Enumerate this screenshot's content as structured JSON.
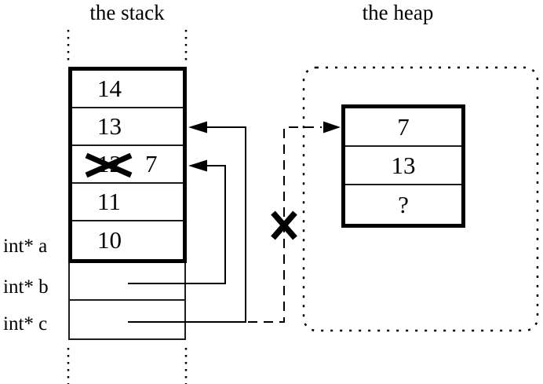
{
  "colors": {
    "ink": "#000000",
    "background": "#ffffff"
  },
  "stack": {
    "title": "the stack",
    "rows": [
      {
        "value": "14"
      },
      {
        "value": "13"
      },
      {
        "old_value": "12",
        "new_value": "7",
        "crossed_out": true
      },
      {
        "value": "11"
      },
      {
        "value": "10"
      }
    ],
    "pointer_vars": [
      {
        "label": "int* a"
      },
      {
        "label": "int* b"
      },
      {
        "label": "int* c"
      }
    ]
  },
  "heap": {
    "title": "the heap",
    "rows": [
      {
        "value": "7"
      },
      {
        "value": "13"
      },
      {
        "value": "?"
      }
    ]
  }
}
